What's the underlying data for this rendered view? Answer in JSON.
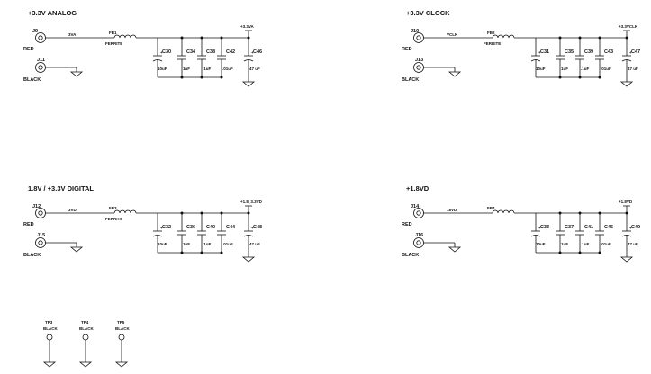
{
  "sections": [
    {
      "title": "+3.3V ANALOG",
      "jack_power": {
        "ref": "J9",
        "color": "RED"
      },
      "jack_ground": {
        "ref": "J11",
        "color": "BLACK"
      },
      "net_short": "3VA",
      "ferrite": {
        "ref": "FB1",
        "label": "FERRITE"
      },
      "rail": "+3.3VA",
      "caps": [
        {
          "ref": "C30",
          "value": "10uF",
          "polarized": true
        },
        {
          "ref": "C34",
          "value": "1uF",
          "polarized": false
        },
        {
          "ref": "C38",
          "value": ".1uF",
          "polarized": false
        },
        {
          "ref": "C42",
          "value": ".01uF",
          "polarized": false
        },
        {
          "ref": "C46",
          "value": "47 uF",
          "polarized": true
        }
      ]
    },
    {
      "title": "+3.3V CLOCK",
      "jack_power": {
        "ref": "J10",
        "color": "RED"
      },
      "jack_ground": {
        "ref": "J13",
        "color": "BLACK"
      },
      "net_short": "VCLK",
      "ferrite": {
        "ref": "FB2",
        "label": "FERRITE"
      },
      "rail": "+3.3VCLK",
      "caps": [
        {
          "ref": "C31",
          "value": "10uF",
          "polarized": true
        },
        {
          "ref": "C35",
          "value": "1uF",
          "polarized": false
        },
        {
          "ref": "C39",
          "value": ".1uF",
          "polarized": false
        },
        {
          "ref": "C43",
          "value": ".01uF",
          "polarized": false
        },
        {
          "ref": "C47",
          "value": "47 uF",
          "polarized": true
        }
      ]
    },
    {
      "title": "1.8V / +3.3V DIGITAL",
      "jack_power": {
        "ref": "J12",
        "color": "RED"
      },
      "jack_ground": {
        "ref": "J15",
        "color": "BLACK"
      },
      "net_short": "3VD",
      "ferrite": {
        "ref": "FB3",
        "label": "FERRITE"
      },
      "rail": "+1.8_3.3VD",
      "caps": [
        {
          "ref": "C32",
          "value": "10uF",
          "polarized": true
        },
        {
          "ref": "C36",
          "value": "1uF",
          "polarized": false
        },
        {
          "ref": "C40",
          "value": ".1uF",
          "polarized": false
        },
        {
          "ref": "C44",
          "value": ".01uF",
          "polarized": false
        },
        {
          "ref": "C48",
          "value": "47 uF",
          "polarized": true
        }
      ]
    },
    {
      "title": "+1.8VD",
      "jack_power": {
        "ref": "J14",
        "color": "RED"
      },
      "jack_ground": {
        "ref": "J16",
        "color": "BLACK"
      },
      "net_short": "18VD",
      "ferrite": {
        "ref": "FB4",
        "label": ""
      },
      "rail": "+1.8VD",
      "caps": [
        {
          "ref": "C33",
          "value": "10uF",
          "polarized": true
        },
        {
          "ref": "C37",
          "value": "1uF",
          "polarized": false
        },
        {
          "ref": "C41",
          "value": ".1uF",
          "polarized": false
        },
        {
          "ref": "C45",
          "value": ".01uF",
          "polarized": false
        },
        {
          "ref": "C49",
          "value": "47 uF",
          "polarized": true
        }
      ]
    }
  ],
  "test_points": [
    {
      "ref": "TP3",
      "color": "BLACK"
    },
    {
      "ref": "TP4",
      "color": "BLACK"
    },
    {
      "ref": "TP5",
      "color": "BLACK"
    }
  ]
}
